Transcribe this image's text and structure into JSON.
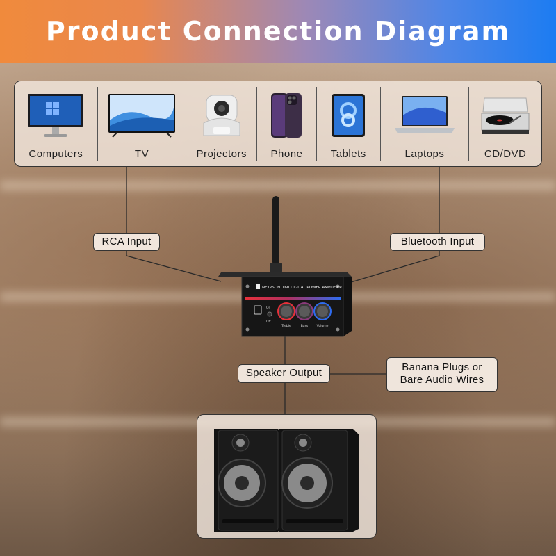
{
  "header": {
    "title": "Product Connection Diagram"
  },
  "sources": [
    {
      "label": "Computers",
      "icon": "desktop-computer-icon"
    },
    {
      "label": "TV",
      "icon": "tv-icon"
    },
    {
      "label": "Projectors",
      "icon": "projector-icon"
    },
    {
      "label": "Phone",
      "icon": "phone-icon"
    },
    {
      "label": "Tablets",
      "icon": "tablet-icon"
    },
    {
      "label": "Laptops",
      "icon": "laptop-icon"
    },
    {
      "label": "CD/DVD",
      "icon": "turntable-icon"
    }
  ],
  "inputs": {
    "rca": "RCA Input",
    "bluetooth": "Bluetooth Input"
  },
  "amplifier": {
    "brand": "NETPSON",
    "model_text": "T60 DIGITAL POWER AMPLIFIER",
    "switch_on": "On",
    "switch_off": "Off",
    "knobs": [
      "Treble",
      "Bass",
      "Volume"
    ]
  },
  "outputs": {
    "speaker": "Speaker Output",
    "wires_line1": "Banana Plugs or",
    "wires_line2": "Bare Audio Wires"
  },
  "colors": {
    "banner_start": "#f08a3c",
    "banner_end": "#1c7cf2",
    "led_red": "#e8303a",
    "led_blue": "#2f6cf0"
  }
}
